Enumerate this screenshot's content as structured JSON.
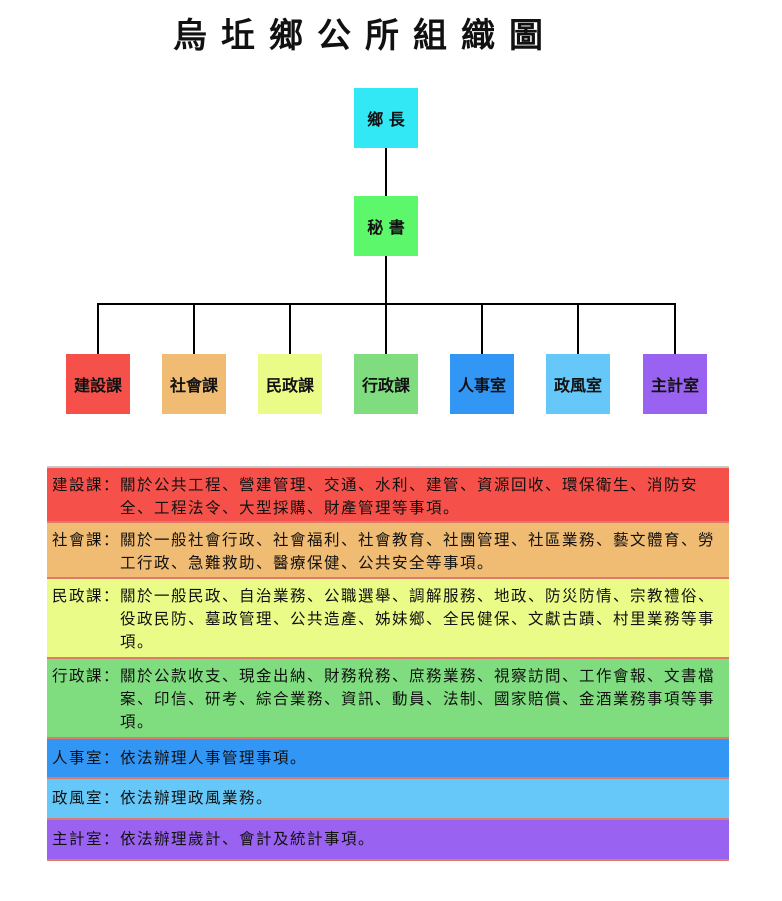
{
  "title": "烏坵鄉公所組織圖",
  "chart": {
    "head": {
      "label": "鄉 長",
      "color": "#33e8f5"
    },
    "secretary": {
      "label": "秘 書",
      "color": "#5cf76a"
    },
    "departments": [
      {
        "label": "建設課",
        "color": "#f5514a"
      },
      {
        "label": "社會課",
        "color": "#f0bb72"
      },
      {
        "label": "民政課",
        "color": "#eafb88"
      },
      {
        "label": "行政課",
        "color": "#7fdd7f"
      },
      {
        "label": "人事室",
        "color": "#3296f5"
      },
      {
        "label": "政風室",
        "color": "#66c8f8"
      },
      {
        "label": "主計室",
        "color": "#9a62f0"
      }
    ]
  },
  "descriptions": [
    {
      "name": "建設課",
      "colon": "：",
      "text": "關於公共工程、營建管理、交通、水利、建管、資源回收、環保衛生、消防安全、工程法令、大型採購、財產管理等事項。",
      "color": "#f5514a"
    },
    {
      "name": "社會課",
      "colon": "：",
      "text": "關於一般社會行政、社會福利、社會教育、社團管理、社區業務、藝文體育、勞工行政、急難救助、醫療保健、公共安全等事項。",
      "color": "#f0bb72"
    },
    {
      "name": "民政課",
      "colon": "：",
      "text": "關於一般民政、自治業務、公職選舉、調解服務、地政、防災防情、宗教禮俗、役政民防、墓政管理、公共造產、姊妹鄉、全民健保、文獻古蹟、村里業務等事項。",
      "color": "#eafb88"
    },
    {
      "name": "行政課",
      "colon": "：",
      "text": "關於公款收支、現金出納、財務稅務、庶務業務、視察訪問、工作會報、文書檔案、印信、研考、綜合業務、資訊、動員、法制、國家賠償、金酒業務事項等事項。",
      "color": "#7fdd7f"
    },
    {
      "name": "人事室",
      "colon": "：",
      "text": "依法辦理人事管理事項。",
      "color": "#3296f5"
    },
    {
      "name": "政風室",
      "colon": "：",
      "text": "依法辦理政風業務。",
      "color": "#66c8f8"
    },
    {
      "name": "主計室",
      "colon": "：",
      "text": "依法辦理歲計、會計及統計事項。",
      "color": "#9a62f0"
    }
  ]
}
